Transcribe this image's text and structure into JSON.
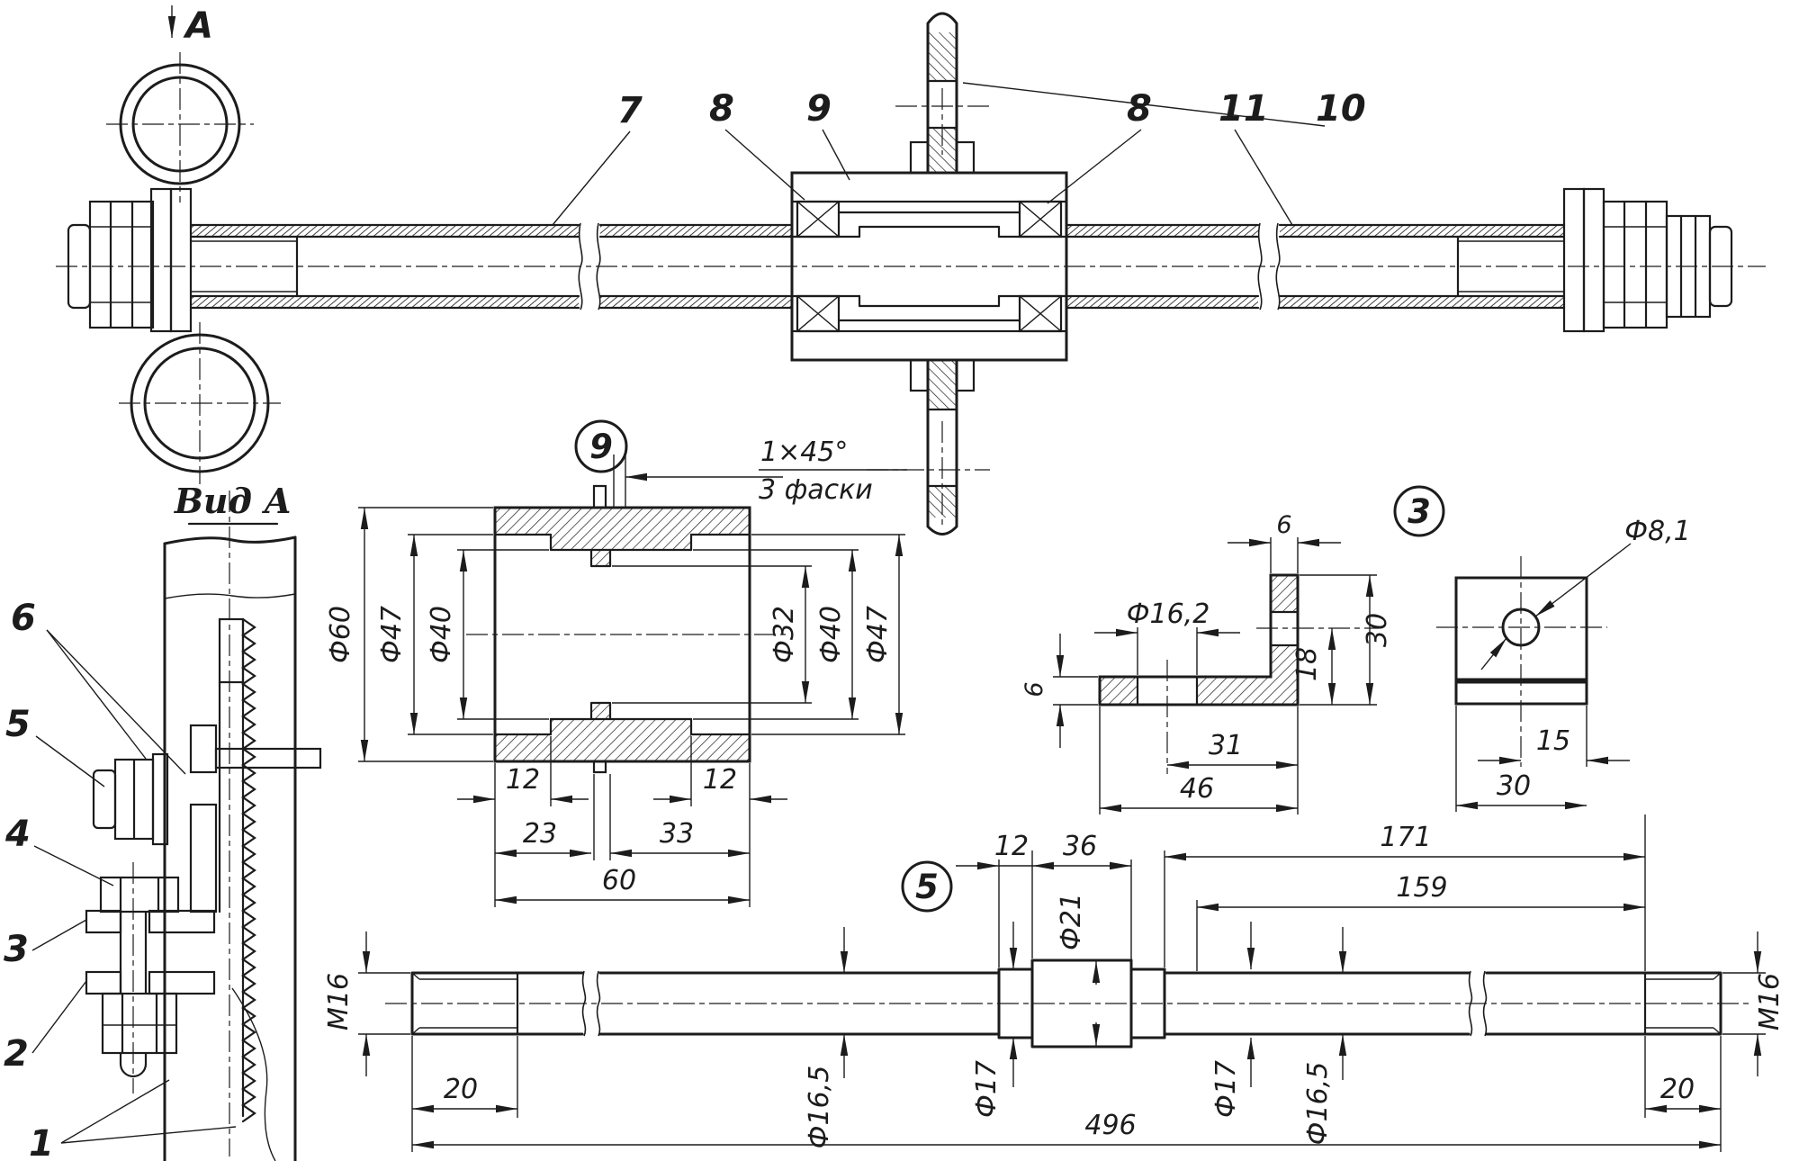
{
  "colors": {
    "ink": "#1c1c1c",
    "paper": "#ffffff"
  },
  "titles": {
    "view_a": "Вид А",
    "section_arrow": "А"
  },
  "callouts": {
    "n1": "1",
    "n2": "2",
    "n3": "3",
    "n4": "4",
    "n5": "5",
    "n6": "6",
    "n7": "7",
    "n8a": "8",
    "n9": "9",
    "n10": "10",
    "n8b": "8",
    "n11": "11"
  },
  "balloons": {
    "d9": "9",
    "d3": "3",
    "d5": "5"
  },
  "detail9": {
    "note1": "1×45°",
    "note2": "3 фаски",
    "dia": {
      "d60": "Ф60",
      "d47l": "Ф47",
      "d40l": "Ф40",
      "d32": "Ф32",
      "d40r": "Ф40",
      "d47r": "Ф47"
    },
    "len": {
      "l12a": "12",
      "l23": "23",
      "l33": "33",
      "l12b": "12",
      "l60": "60"
    }
  },
  "detail3": {
    "t_top": "6",
    "hole": "Ф16,2",
    "t_left": "6",
    "h30": "30",
    "h18": "18",
    "w31": "31",
    "w46": "46"
  },
  "plate": {
    "hole": "Ф8,1",
    "w15": "15",
    "w30": "30"
  },
  "detail5": {
    "l12": "12",
    "l36": "36",
    "l171": "171",
    "l159": "159",
    "m16l": "М16",
    "len20l": "20",
    "d165l": "Ф16,5",
    "d17l": "Ф17",
    "d21": "Ф21",
    "d17r": "Ф17",
    "d165r": "Ф16,5",
    "len20r": "20",
    "m16r": "М16",
    "total": "496"
  }
}
